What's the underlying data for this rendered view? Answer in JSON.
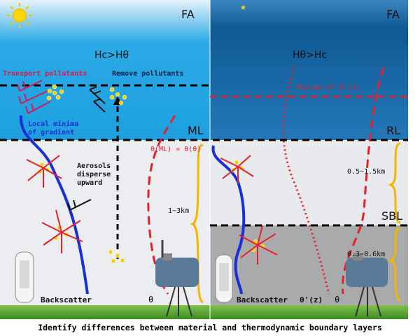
{
  "left": {
    "fa": "FA",
    "heat": "Hc>Hθ",
    "transport": "Transport pollutants",
    "remove": "Remove pollutants",
    "local_minima_1": "Local minima",
    "local_minima_2": "of gradient",
    "ml": "ML",
    "theta_eq": "θ(ML) = θ(θ)",
    "aerosols_1": "Aerosols",
    "aerosols_2": "disperse",
    "aerosols_3": "upward",
    "height": "1~3km",
    "backscatter": "Backscatter",
    "theta": "θ"
  },
  "right": {
    "fa": "FA",
    "heat": "Hθ>Hc",
    "minima": "Minima of θ'(z)",
    "rl": "RL",
    "sbl": "SBL",
    "rl_height": "0.5~1.5km",
    "sbl_height": "0.3~0.6km",
    "backscatter": "Backscatter",
    "theta_prime": "θ'(z)",
    "theta": "θ"
  },
  "caption": "Identify differences between material and thermodynamic boundary layers",
  "colors": {
    "day_sky": "#1ea6e6",
    "night_sky": "#17649f",
    "red": "#e8202a",
    "blue": "#1a2fd6",
    "orange": "#f5b500"
  }
}
